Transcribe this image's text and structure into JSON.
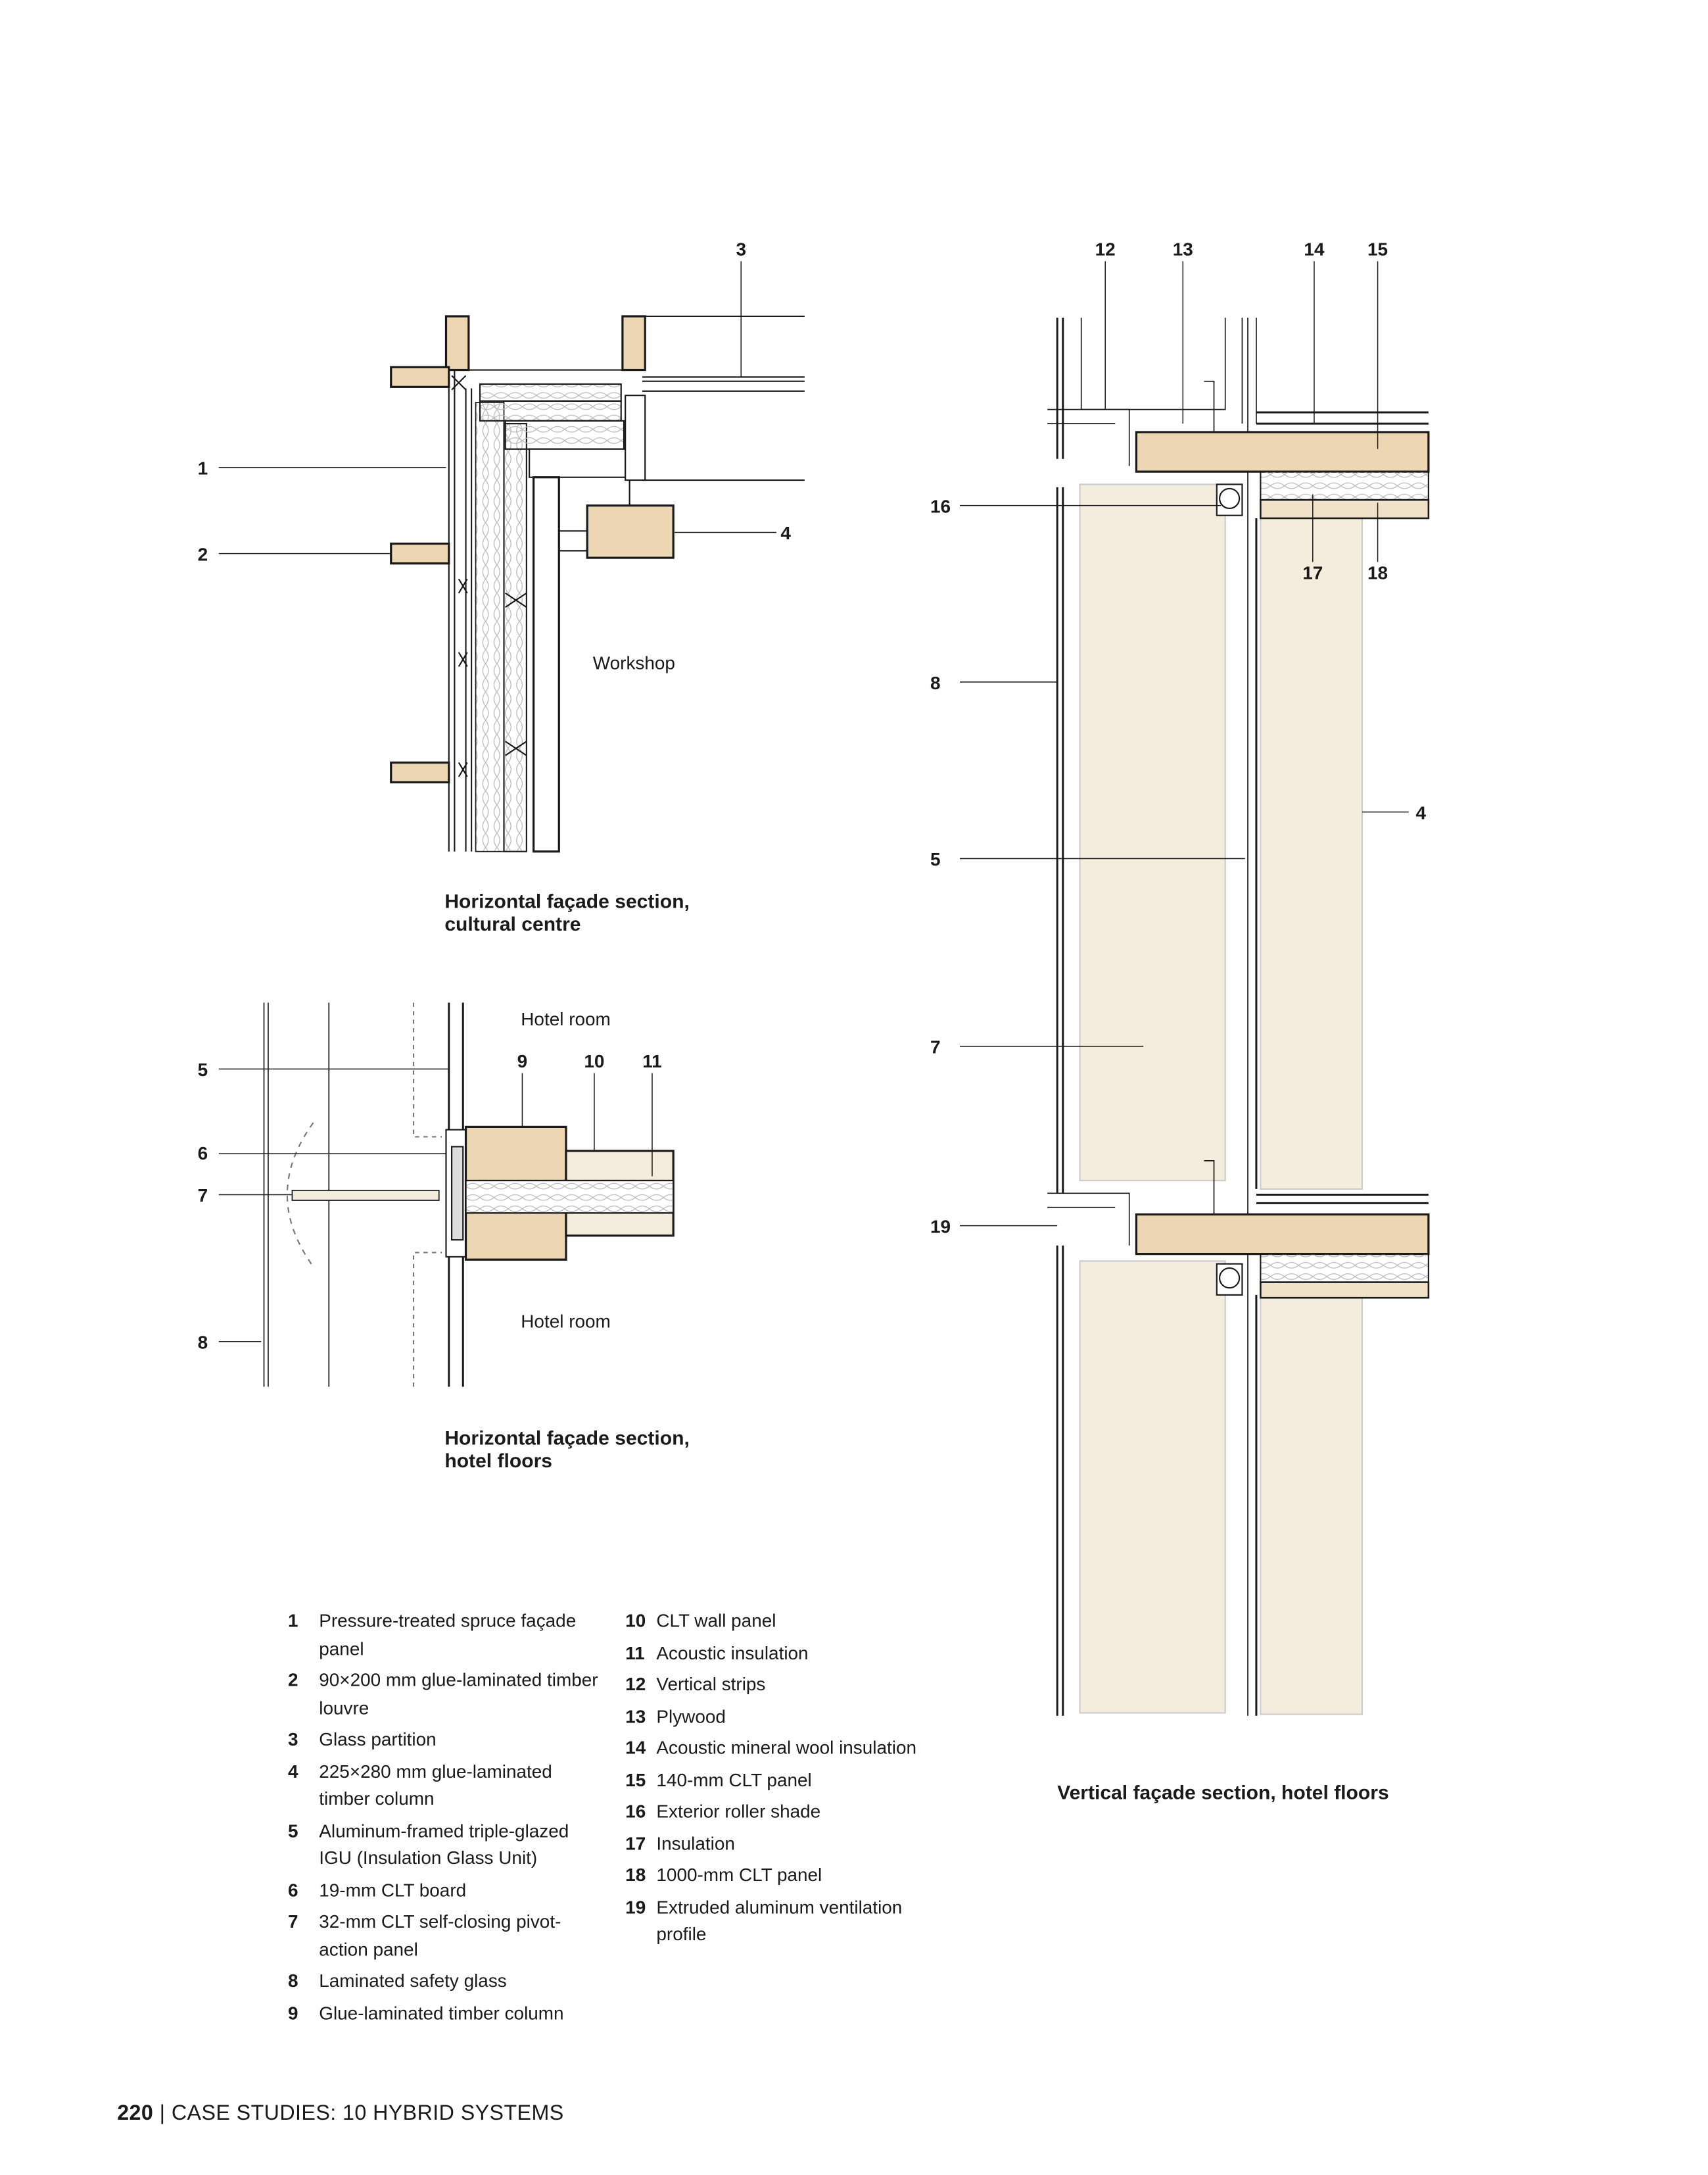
{
  "drawings": {
    "cultural_centre": {
      "caption_line1": "Horizontal façade section,",
      "caption_line2": "cultural centre",
      "room_label": "Workshop",
      "callouts": [
        "1",
        "2",
        "3",
        "4"
      ]
    },
    "hotel_horizontal": {
      "caption_line1": "Horizontal façade section,",
      "caption_line2": "hotel floors",
      "room_label_top": "Hotel room",
      "room_label_bottom": "Hotel room",
      "callouts": [
        "5",
        "6",
        "7",
        "8",
        "9",
        "10",
        "11"
      ]
    },
    "hotel_vertical": {
      "caption": "Vertical façade section, hotel floors",
      "callouts": [
        "12",
        "13",
        "14",
        "15",
        "16",
        "17",
        "18",
        "8",
        "4",
        "5",
        "7",
        "19"
      ]
    }
  },
  "legend": {
    "col1": [
      {
        "n": "1",
        "text": "Pressure-treated spruce façade panel"
      },
      {
        "n": "2",
        "text": "90×200 mm glue-laminated timber louvre"
      },
      {
        "n": "3",
        "text": "Glass partition"
      },
      {
        "n": "4",
        "text": "225×280 mm glue-laminated timber column"
      },
      {
        "n": "5",
        "text": "Aluminum-framed triple-glazed IGU (Insulation Glass Unit)"
      },
      {
        "n": "6",
        "text": "19-mm CLT board"
      },
      {
        "n": "7",
        "text": "32-mm CLT self-closing pivot-action panel"
      },
      {
        "n": "8",
        "text": "Laminated safety glass"
      },
      {
        "n": "9",
        "text": "Glue-laminated timber column"
      }
    ],
    "col2": [
      {
        "n": "10",
        "text": "CLT wall panel"
      },
      {
        "n": "11",
        "text": "Acoustic insulation"
      },
      {
        "n": "12",
        "text": "Vertical strips"
      },
      {
        "n": "13",
        "text": "Plywood"
      },
      {
        "n": "14",
        "text": "Acoustic mineral wool insulation"
      },
      {
        "n": "15",
        "text": "140-mm CLT panel"
      },
      {
        "n": "16",
        "text": "Exterior roller shade"
      },
      {
        "n": "17",
        "text": "Insulation"
      },
      {
        "n": "18",
        "text": "1000-mm CLT panel"
      },
      {
        "n": "19",
        "text": "Extruded aluminum ventilation profile"
      }
    ]
  },
  "footer": {
    "page_number": "220",
    "separator": "|",
    "section": "CASE STUDIES: 10 HYBRID SYSTEMS"
  },
  "colors": {
    "wood": "#ecd6b4",
    "light_wood": "#f4ecdc",
    "line": "#1a1a1a"
  }
}
